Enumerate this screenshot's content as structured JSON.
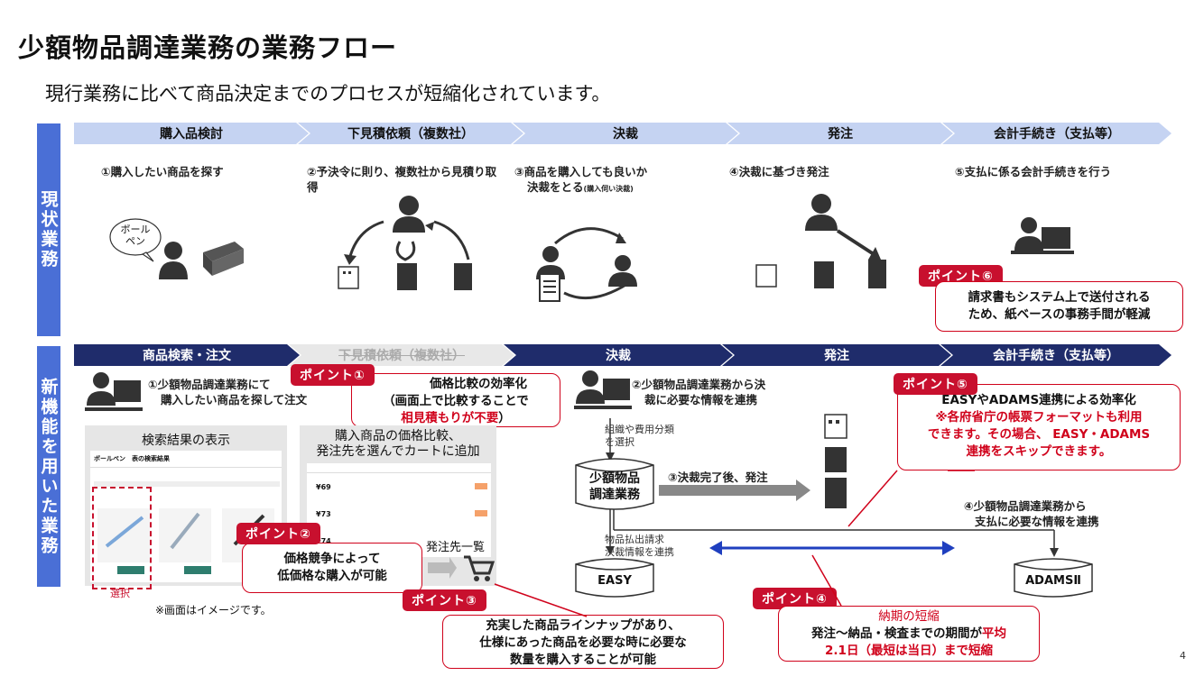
{
  "page": {
    "title": "少額物品調達業務の業務フロー",
    "subtitle": "現行業務に比べて商品決定までのプロセスが短縮化されています。",
    "page_number": "4"
  },
  "sidebar": {
    "current": "現状業務",
    "new": "新機能を用いた業務"
  },
  "row1": {
    "chevrons": [
      "購入品検討",
      "下見積依頼（複数社）",
      "決裁",
      "発注",
      "会計手続き（支払等）"
    ],
    "steps": {
      "s1": "①購入したい商品を探す",
      "s2": "②予決令に則り、複数社から見積り取得",
      "s3a": "③商品を購入しても良いか",
      "s3b": "決裁をとる",
      "s3c": "(購入伺い決裁)",
      "s4": "④決裁に基づき発注",
      "s5": "⑤支払に係る会計手続きを行う"
    },
    "bubble": "ボール\nペン"
  },
  "row2": {
    "chevrons": [
      "商品検索・注文",
      "下見積依頼（複数社）",
      "決裁",
      "発注",
      "会計手続き（支払等）"
    ],
    "steps": {
      "s1a": "①少額物品調達業務にて",
      "s1b": "購入したい商品を探して注文",
      "s2a": "②少額物品調達業務から決",
      "s2b": "裁に必要な情報を連携",
      "s3": "③決裁完了後、発注",
      "s4a": "④少額物品調達業務から",
      "s4b": "支払に必要な情報を連携"
    },
    "notes": {
      "org_a": "組織や費用分類",
      "org_b": "を選択",
      "goods_a": "物品払出請求",
      "goods_b": "決裁情報を連携"
    },
    "system": {
      "a": "少額物品",
      "b": "調達業務"
    },
    "easy": "EASY",
    "adams": "ADAMSⅡ",
    "panel1": {
      "title": "検索結果の表示",
      "header": "ボールペン　表の検索結果",
      "select": "選択"
    },
    "panel2": {
      "title_a": "購入商品の価格比較、",
      "title_b": "発注先を選んでカートに追加",
      "prices": [
        "¥69",
        "¥73",
        "¥74"
      ],
      "vendor_list": "発注先一覧"
    },
    "image_note": "※画面はイメージです。"
  },
  "points": {
    "p1": {
      "badge": "ポイント①",
      "l1": "価格比較の効率化",
      "l2": "（画面上で比較することで",
      "l3": "相見積もりが不要",
      "l3b": "）"
    },
    "p2": {
      "badge": "ポイント②",
      "l1": "価格競争によって",
      "l2": "低価格な購入が可能"
    },
    "p3": {
      "badge": "ポイント③",
      "l1": "充実した商品ラインナップがあり、",
      "l2": "仕様にあった商品を必要な時に必要な",
      "l3": "数量を購入することが可能"
    },
    "p4": {
      "badge": "ポイント④",
      "head": "納期の短縮",
      "l1": "発注〜納品・検査までの期間が",
      "l1r": "平均",
      "l2": "2.1日（最短は当日）まで短縮"
    },
    "p5": {
      "badge": "ポイント⑤",
      "l1": "EASYやADAMS連携による効率化",
      "l2": "※各府省庁の帳票フォーマットも利用",
      "l3": "できます。その場合、 EASY・ADAMS",
      "l4": "連携をスキップできます。"
    },
    "p6": {
      "badge": "ポイント⑥",
      "l1": "請求書もシステム上で送付される",
      "l2": "ため、紙ベースの事務手間が軽減"
    }
  },
  "colors": {
    "sidebar": "#4A6FD6",
    "row1_arrow": "#C5D3F2",
    "row2_arrow": "#1F2C6B",
    "point_red": "#C8102E",
    "link_blue": "#1F3FBF"
  }
}
